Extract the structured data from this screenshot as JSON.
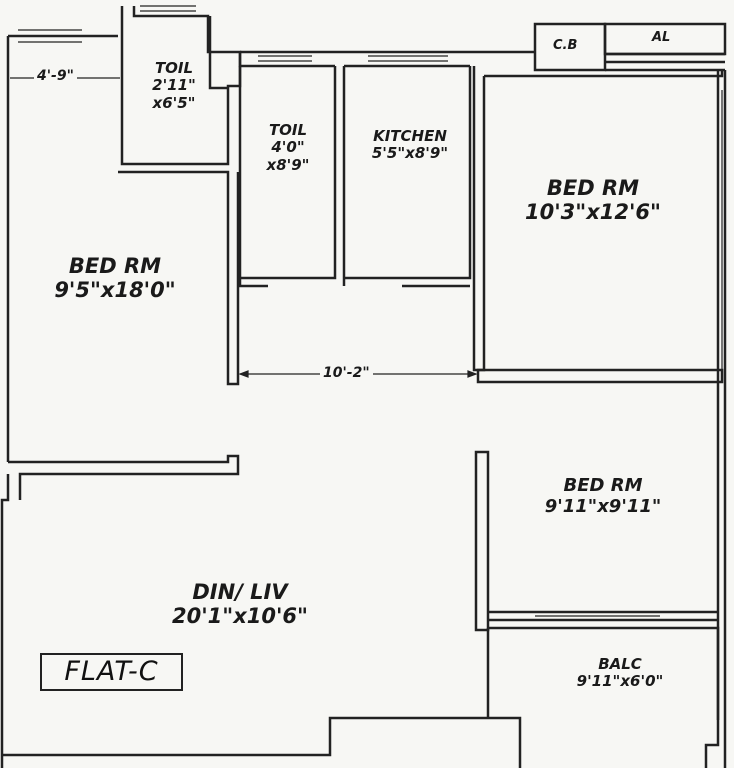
{
  "colors": {
    "ink": "#222222",
    "paper": "#f7f7f4"
  },
  "plan": {
    "title": "FLAT-C",
    "rooms": {
      "toilet_small": {
        "name": "TOIL",
        "line1": "2'11\"",
        "line2": "x6'5\""
      },
      "toilet_large": {
        "name": "TOIL",
        "line1": "4'0\"",
        "line2": "x8'9\""
      },
      "kitchen": {
        "name": "KITCHEN",
        "size": "5'5\"x8'9\""
      },
      "bedroom_left": {
        "name": "BED RM",
        "size": "9'5\"x18'0\""
      },
      "bedroom_top_right": {
        "name": "BED RM",
        "size": "10'3\"x12'6\""
      },
      "bedroom_mid_right": {
        "name": "BED RM",
        "size": "9'11\"x9'11\""
      },
      "dining_living": {
        "name": "DIN/ LIV",
        "size": "20'1\"x10'6\""
      },
      "balcony": {
        "name": "BALC",
        "size": "9'11\"x6'0\""
      }
    },
    "utility": {
      "cb": "C.B",
      "al": "AL"
    },
    "dimensions": {
      "passage_width": "4'-9\"",
      "corridor_length": "10'-2\""
    }
  }
}
